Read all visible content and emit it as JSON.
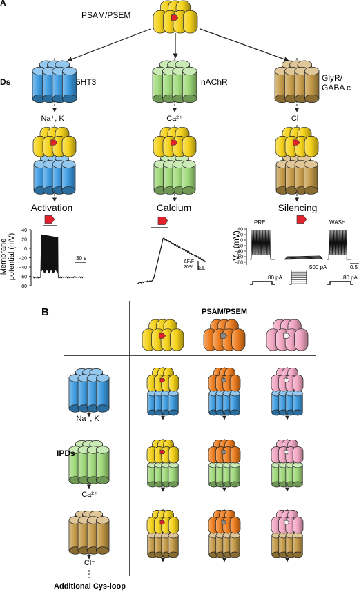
{
  "panel_a": {
    "letter": "A",
    "ligand_label": "PSAM/PSEM",
    "ipd_label_fragment": "Ds",
    "channels": [
      {
        "name": "5HT3",
        "ions": "Na⁺, K⁺",
        "effect": "Activation"
      },
      {
        "name": "nAChR",
        "ions": "Ca²⁺",
        "effect": "Calcium"
      },
      {
        "name": "GlyR/",
        "name_line2": "GABA c",
        "ions": "Cl⁻",
        "effect": "Silencing"
      }
    ],
    "activation_trace": {
      "ylabel_line1": "Membrane",
      "ylabel_line2": "potential (mV)",
      "yticks": [
        "40",
        "20",
        "0",
        "−20",
        "−40",
        "−60",
        "−80"
      ],
      "scalebar": "30 s"
    },
    "calcium_trace": {
      "scale_y_line1": "ΔF/F",
      "scale_y_line2": "20%",
      "scale_x": "5 s"
    },
    "silencing_trace": {
      "ylabel": "V",
      "ylabel_sub": "m",
      "ylabel_unit": "(mV)",
      "yticks": [
        "40",
        "20",
        "0",
        "−20",
        "−40",
        "−60",
        "−80"
      ],
      "pre_label": "PRE",
      "wash_label": "WASH",
      "current_mid": "500 pA",
      "current_left": "80 pA",
      "current_right": "80 pA",
      "time_fragment": "0.5"
    }
  },
  "panel_b": {
    "letter": "B",
    "ligand_header": "PSAM/PSEM",
    "ipd_label": "IPDs",
    "footer": "Additional Cys-loop",
    "row_ions": [
      "Na⁺, K⁺",
      "Ca²⁺",
      "Cl⁻"
    ]
  },
  "colors": {
    "lbd_yellow": "#f5d21a",
    "lbd_orange": "#ee7d1f",
    "lbd_pink": "#f2a6c2",
    "ipd_blue": "#3d9be0",
    "ipd_green": "#9fd97a",
    "ipd_tan": "#c49a48",
    "ligand_red": "#e3212b",
    "ligand_gray": "#888888",
    "ligand_white": "#f2f2f2"
  }
}
